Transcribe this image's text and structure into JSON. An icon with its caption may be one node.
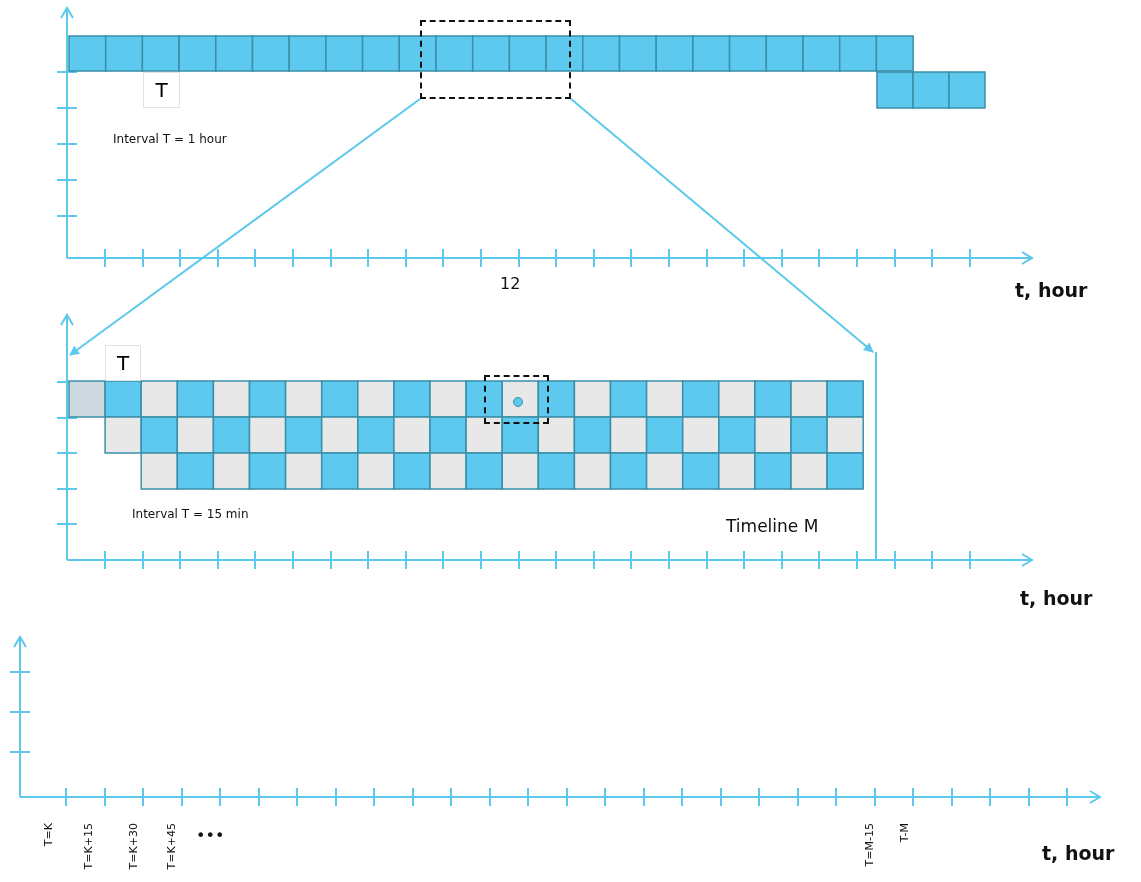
{
  "diagram": {
    "nodes": [
      {
        "text": [
          "T"
        ]
      },
      {
        "text": [],
        "shape": "box"
      },
      {
        "text": [
          "T"
        ]
      },
      {
        "text": [],
        "shape": "box"
      }
    ],
    "edges": [
      {
        "from": 1,
        "to": null,
        "arrow": "to"
      },
      {
        "from": 1,
        "to": null,
        "arrow": "to"
      }
    ],
    "labels": [
      "Interval T = 1 hour",
      "12",
      "t, hour",
      "Interval T = 15 min",
      "Timeline M",
      "t, hour",
      "T=K",
      "T=K+15",
      "T=K+30",
      "T=K+45",
      "•••",
      "T=M-15",
      "T-M",
      "t, hour"
    ]
  }
}
